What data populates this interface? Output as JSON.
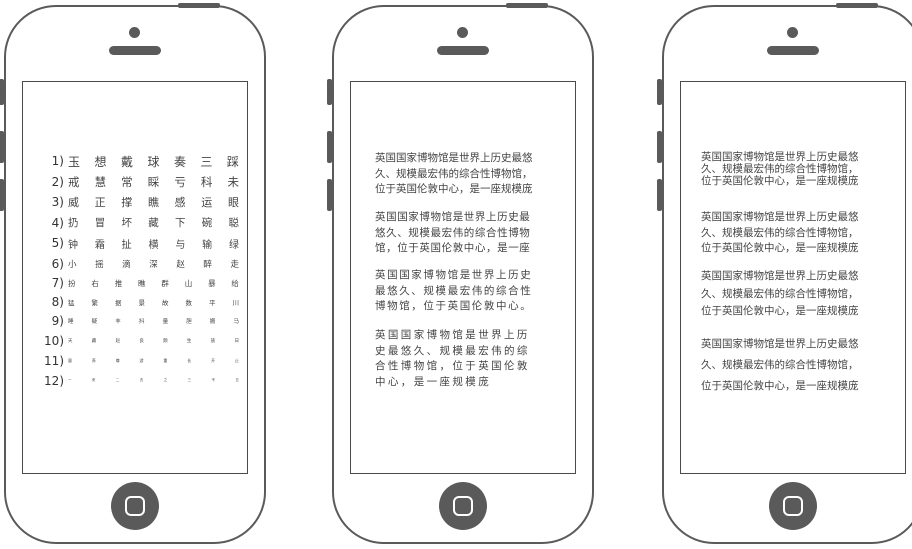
{
  "eye_chart": {
    "rows": [
      {
        "num": "1)",
        "chars": [
          "玉",
          "想",
          "戴",
          "球",
          "奏",
          "三",
          "踩"
        ]
      },
      {
        "num": "2)",
        "chars": [
          "戒",
          "慧",
          "常",
          "睬",
          "亏",
          "科",
          "未"
        ]
      },
      {
        "num": "3)",
        "chars": [
          "威",
          "正",
          "撑",
          "瞧",
          "感",
          "运",
          "眼"
        ]
      },
      {
        "num": "4)",
        "chars": [
          "扔",
          "冒",
          "坏",
          "藏",
          "下",
          "碗",
          "聪"
        ]
      },
      {
        "num": "5)",
        "chars": [
          "钟",
          "霜",
          "扯",
          "横",
          "与",
          "输",
          "绿"
        ]
      },
      {
        "num": "6)",
        "chars": [
          "小",
          "摇",
          "滴",
          "深",
          "赵",
          "醉",
          "走"
        ]
      },
      {
        "num": "7)",
        "chars": [
          "扮",
          "右",
          "推",
          "瞧",
          "群",
          "山",
          "暴",
          "给"
        ]
      },
      {
        "num": "8)",
        "chars": [
          "猛",
          "繁",
          "据",
          "景",
          "故",
          "数",
          "平",
          "川"
        ]
      },
      {
        "num": "9)",
        "chars": [
          "睡",
          "疑",
          "丰",
          "抖",
          "量",
          "胆",
          "搬",
          "马"
        ]
      },
      {
        "num": "10)",
        "chars": [
          "天",
          "藏",
          "赵",
          "良",
          "颇",
          "生",
          "族",
          "日"
        ]
      },
      {
        "num": "11)",
        "chars": [
          "量",
          "养",
          "尊",
          "游",
          "重",
          "长",
          "开",
          "止"
        ]
      },
      {
        "num": "12)",
        "chars": [
          "一",
          "来",
          "二",
          "去",
          "之",
          "三",
          "不",
          "五"
        ]
      }
    ]
  },
  "phone2": {
    "paragraphs": [
      {
        "lines": [
          "英国国家博物馆是世界上历史最悠",
          "久、规模最宏伟的综合性博物馆，",
          "位于英国伦敦中心，是一座规模庞"
        ]
      },
      {
        "lines": [
          "英国国家博物馆是世界上历史最",
          "悠久、规模最宏伟的综合性博物",
          "馆，位于英国伦敦中心，是一座"
        ]
      },
      {
        "lines": [
          "英国国家博物馆是世界上历史",
          "最悠久、规模最宏伟的综合性",
          "博物馆，位于英国伦敦中心。"
        ]
      },
      {
        "lines": [
          "英国国家博物馆是世界上历",
          "史最悠久、规模最宏伟的综",
          "合性博物馆，位于英国伦敦",
          "中心，是一座规模庞"
        ]
      }
    ]
  },
  "phone3": {
    "paragraphs": [
      {
        "lines": [
          "英国国家博物馆是世界上历史最悠",
          "久、规模最宏伟的综合性博物馆，",
          "位于英国伦敦中心，是一座规模庞"
        ]
      },
      {
        "lines": [
          "英国国家博物馆是世界上历史最悠",
          "久、规模最宏伟的综合性博物馆，",
          "位于英国伦敦中心，是一座规模庞"
        ]
      },
      {
        "lines": [
          "英国国家博物馆是世界上历史最悠",
          "久、规模最宏伟的综合性博物馆，",
          "位于英国伦敦中心，是一座规模庞"
        ]
      },
      {
        "lines": [
          "英国国家博物馆是世界上历史最悠",
          "久、规模最宏伟的综合性博物馆，",
          "位于英国伦敦中心，是一座规模庞"
        ]
      }
    ]
  },
  "colors": {
    "outline": "#5a5a5a",
    "text": "#444444"
  }
}
